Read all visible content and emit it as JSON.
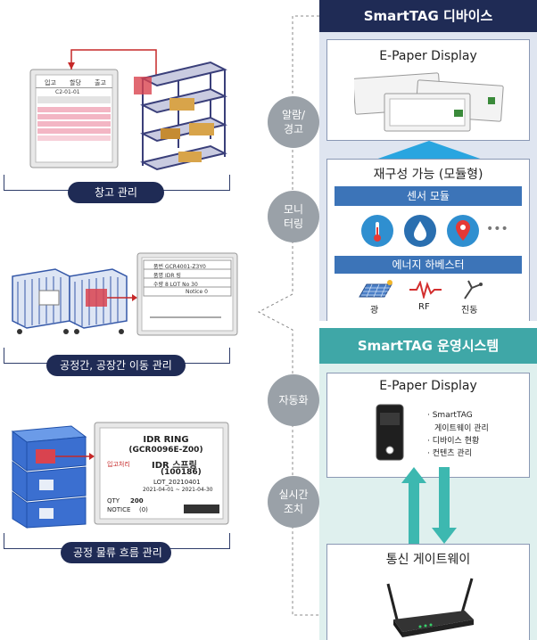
{
  "left": {
    "warehouse_label": "창고 관리",
    "inter_process_label": "공정간, 공장간 이동 관리",
    "flow_label": "공정 물류 흐름 관리",
    "tag1": {
      "headers": [
        "입고",
        "할당",
        "출고"
      ],
      "code": "C2-01-01"
    },
    "tag2": {
      "rows": [
        "품번 GCR4001-Z3Y0",
        "품명 IDR 링",
        "수량 8  LOT No 30"
      ],
      "notice": "Notice 0"
    },
    "tag3": {
      "title1": "IDR RING",
      "title2": "(GCR0096E-Z00)",
      "check": "입고처리",
      "name": "IDR 스프링",
      "code": "(100186)",
      "lot": "LOT_20210401",
      "dates": "2021-04-01 ~ 2021-04-30",
      "qty_label": "QTY",
      "qty": "200",
      "notice_label": "NOTICE",
      "notice": "(0)"
    }
  },
  "middle": {
    "alarm": "알람/\n경고",
    "monitor": "모니\n터링",
    "auto": "자동화",
    "realtime": "실시간\n조치"
  },
  "right": {
    "device_title": "SmartTAG 디바이스",
    "epaper_title": "E-Paper Display",
    "reconfig_title": "재구성 가능 (모듈형)",
    "sensor_module": "센서 모듈",
    "energy_harvester": "에너지 하베스터",
    "harvest_items": [
      "광",
      "RF",
      "진동"
    ],
    "ops_title": "SmartTAG 운영시스템",
    "ops_epaper_title": "E-Paper Display",
    "ops_features": [
      "· SmartTAG",
      "게이트웨이 관리",
      "· 디바이스 현황",
      "· 컨텐츠 관리"
    ],
    "gateway_title": "통신 게이트웨이",
    "more": "•••"
  },
  "colors": {
    "navy": "#1f2b55",
    "teal": "#3fa7a7",
    "blue_bar": "#3c74b8",
    "arrow": "#3db8b0",
    "circle": "#9aa1a8"
  }
}
